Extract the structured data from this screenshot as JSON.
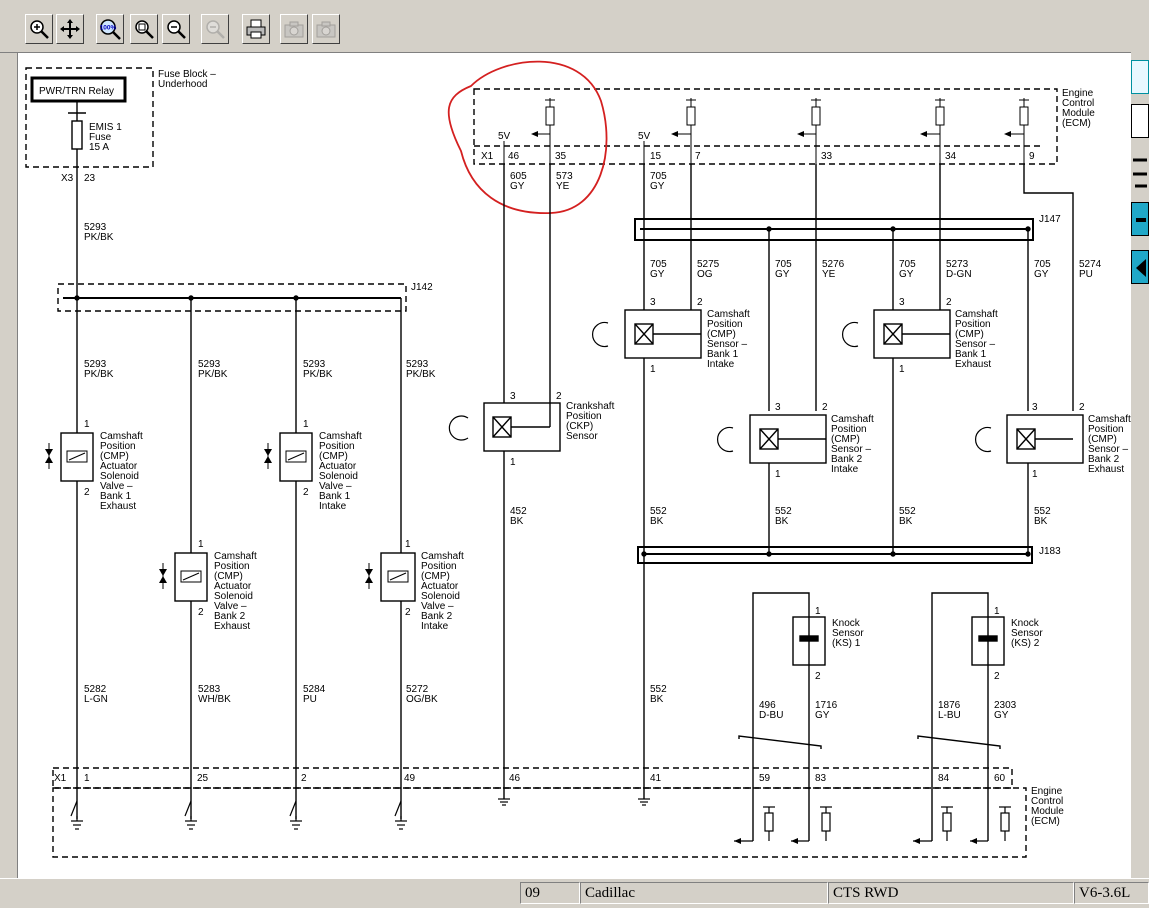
{
  "toolbar": {
    "buttons": [
      {
        "name": "zoom-in-button",
        "icon": "zoom-in-icon"
      },
      {
        "name": "pan-button",
        "icon": "pan-icon"
      },
      {
        "name": "zoom-100-button",
        "icon": "zoom-100-icon",
        "label": "100%"
      },
      {
        "name": "zoom-fit-button",
        "icon": "zoom-fit-icon"
      },
      {
        "name": "zoom-out-button",
        "icon": "zoom-out-icon"
      },
      {
        "name": "zoom-disabled-button",
        "icon": "zoom-disabled-icon"
      },
      {
        "name": "print-button",
        "icon": "printer-icon"
      },
      {
        "name": "camera-button-1",
        "icon": "camera-icon"
      },
      {
        "name": "camera-button-2",
        "icon": "camera-icon"
      }
    ]
  },
  "status": {
    "year": "09",
    "make": "Cadillac",
    "model": "CTS RWD",
    "engine": "V6-3.6L"
  },
  "diagram": {
    "fuse_block": {
      "title_1": "Fuse Block –",
      "title_2": "Underhood",
      "relay": "PWR/TRN Relay",
      "fuse_1": "EMIS 1",
      "fuse_2": "Fuse",
      "fuse_3": "15 A",
      "conn": "X3",
      "pin": "23"
    },
    "ecm_top": {
      "l1": "Engine",
      "l2": "Control",
      "l3": "Module",
      "l4": "(ECM)",
      "conn": "X1",
      "pins": [
        "46",
        "35",
        "15",
        "7",
        "33",
        "34",
        "9"
      ],
      "ref_a": "5V",
      "ref_b": "5V"
    },
    "ecm_bottom": {
      "l1": "Engine",
      "l2": "Control",
      "l3": "Module",
      "l4": "(ECM)",
      "conn": "X1",
      "pins": [
        "1",
        "25",
        "2",
        "49",
        "46",
        "41",
        "59",
        "83",
        "84",
        "60"
      ]
    },
    "junctions": {
      "j142": "J142",
      "j147": "J147",
      "j183": "J183"
    },
    "wires": {
      "w5293a": "5293",
      "pkbk": "PK/BK",
      "w605": "605",
      "gy": "GY",
      "w573": "573",
      "ye": "YE",
      "w705": "705",
      "w5275": "5275",
      "og": "OG",
      "w5276": "5276",
      "w5273": "5273",
      "dgn": "D-GN",
      "w5274": "5274",
      "pu": "PU",
      "w452": "452",
      "bk": "BK",
      "w552": "552",
      "w5282": "5282",
      "lgn": "L-GN",
      "w5283": "5283",
      "whbk": "WH/BK",
      "w5284": "5284",
      "w5272": "5272",
      "ogbk": "OG/BK",
      "w496": "496",
      "dbu": "D-BU",
      "w1716": "1716",
      "w1876": "1876",
      "lbu": "L-BU",
      "w2303": "2303"
    },
    "components": {
      "sol1": [
        "Camshaft",
        "Position",
        "(CMP)",
        "Actuator",
        "Solenoid",
        "Valve –",
        "Bank 1",
        "Exhaust"
      ],
      "sol2": [
        "Camshaft",
        "Position",
        "(CMP)",
        "Actuator",
        "Solenoid",
        "Valve –",
        "Bank 2",
        "Exhaust"
      ],
      "sol3": [
        "Camshaft",
        "Position",
        "(CMP)",
        "Actuator",
        "Solenoid",
        "Valve –",
        "Bank 1",
        "Intake"
      ],
      "sol4": [
        "Camshaft",
        "Position",
        "(CMP)",
        "Actuator",
        "Solenoid",
        "Valve –",
        "Bank 2",
        "Intake"
      ],
      "ckp": [
        "Crankshaft",
        "Position",
        "(CKP)",
        "Sensor"
      ],
      "cmp_b1i": [
        "Camshaft",
        "Position",
        "(CMP)",
        "Sensor –",
        "Bank 1",
        "Intake"
      ],
      "cmp_b2i": [
        "Camshaft",
        "Position",
        "(CMP)",
        "Sensor –",
        "Bank 2",
        "Intake"
      ],
      "cmp_b1e": [
        "Camshaft",
        "Position",
        "(CMP)",
        "Sensor –",
        "Bank 1",
        "Exhaust"
      ],
      "cmp_b2e": [
        "Camshaft",
        "Position",
        "(CMP)",
        "Sensor –",
        "Bank 2",
        "Exhaust"
      ],
      "ks1": [
        "Knock",
        "Sensor",
        "(KS) 1"
      ],
      "ks2": [
        "Knock",
        "Sensor",
        "(KS) 2"
      ]
    },
    "pins": {
      "p1": "1",
      "p2": "2",
      "p3": "3"
    },
    "highlight_color": "#d42020"
  }
}
